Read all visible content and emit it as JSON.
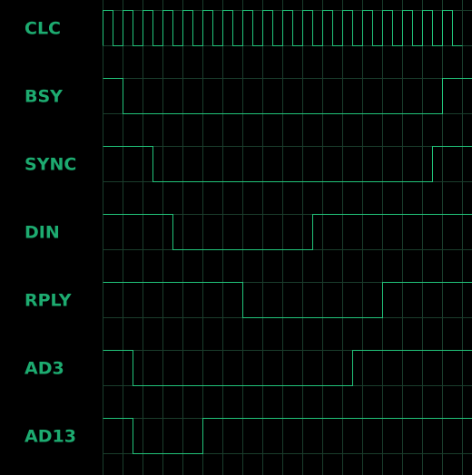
{
  "colors": {
    "background": "#000000",
    "label": "#1dab70",
    "wave": "#21c47a",
    "grid": "#1a3d2c"
  },
  "clock": {
    "label": "CLC",
    "periods": 18
  },
  "signals": [
    {
      "label": "BSY",
      "initial": 1,
      "transitions": [
        1,
        17
      ]
    },
    {
      "label": "SYNC",
      "initial": 1,
      "transitions": [
        2.5,
        16.5
      ]
    },
    {
      "label": "DIN",
      "initial": 1,
      "transitions": [
        3.5,
        10.5
      ]
    },
    {
      "label": "RPLY",
      "initial": 1,
      "transitions": [
        7,
        14
      ]
    },
    {
      "label": "AD3",
      "initial": 1,
      "transitions": [
        1.5,
        12.5
      ]
    },
    {
      "label": "AD13",
      "initial": 1,
      "transitions": [
        1.5,
        5
      ]
    }
  ]
}
